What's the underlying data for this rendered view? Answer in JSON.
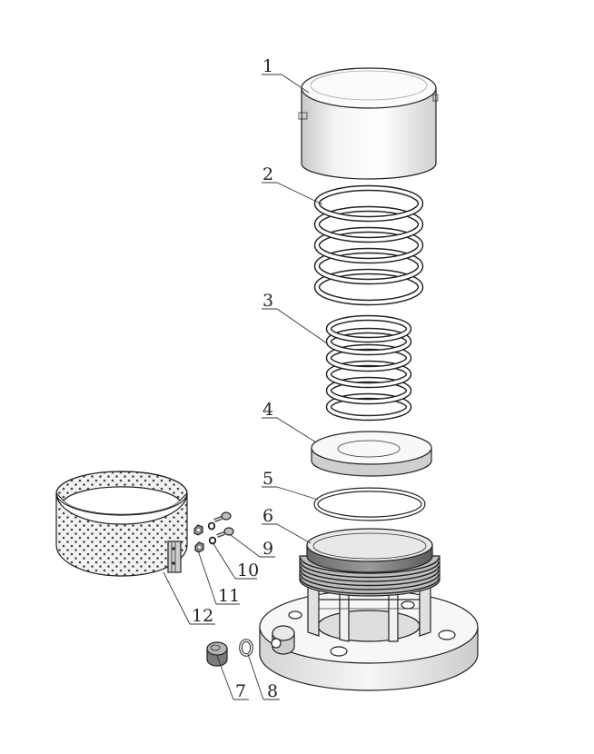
{
  "drawing": {
    "type": "exploded-assembly",
    "callouts": [
      {
        "id": "1",
        "text": "1"
      },
      {
        "id": "2",
        "text": "2"
      },
      {
        "id": "3",
        "text": "3"
      },
      {
        "id": "4",
        "text": "4"
      },
      {
        "id": "5",
        "text": "5"
      },
      {
        "id": "6",
        "text": "6"
      },
      {
        "id": "7",
        "text": "7"
      },
      {
        "id": "8",
        "text": "8"
      },
      {
        "id": "9",
        "text": "9"
      },
      {
        "id": "10",
        "text": "10"
      },
      {
        "id": "11",
        "text": "11"
      },
      {
        "id": "12",
        "text": "12"
      }
    ]
  },
  "colors": {
    "line": "#222222",
    "fill_light": "#f7f7f7",
    "fill_mid": "#d6d6d6",
    "fill_dark": "#9a9a9a",
    "background": "#ffffff"
  }
}
